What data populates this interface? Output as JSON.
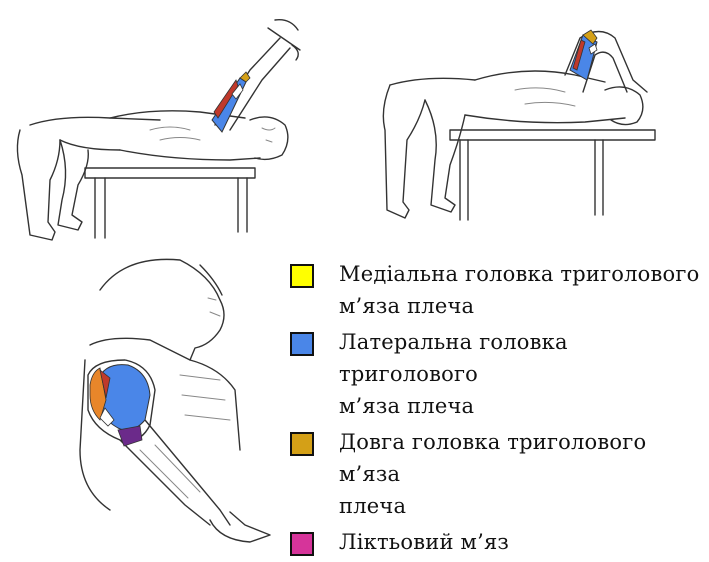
{
  "colors": {
    "medial": "#ffff00",
    "lateral": "#4a86e8",
    "long": "#d4a017",
    "anconeus": "#d6349a",
    "accent_red": "#c0392b",
    "accent_orange": "#e8862a"
  },
  "legend": [
    {
      "text": "Медіальна головка триголового\nм’яза плеча",
      "color": "#ffff00"
    },
    {
      "text": "Латеральна головка триголового\nм’яза плеча",
      "color": "#4a86e8"
    },
    {
      "text": "Довга головка триголового м’яза\nплеча",
      "color": "#d4a017"
    },
    {
      "text": "Ліктьовий м’яз",
      "color": "#d6349a"
    }
  ]
}
